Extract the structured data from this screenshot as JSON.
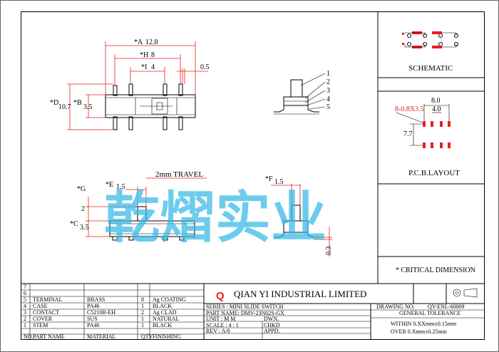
{
  "dims": {
    "a_label": "*A",
    "a_value": "12.8",
    "h_label": "*H",
    "h_value": "8",
    "i_label": "*I",
    "i_value": "4",
    "offset": "0.5",
    "d_label": "*D",
    "d_value": "10.7",
    "b_label": "*B",
    "b_value": "3.5",
    "g_label": "*G",
    "e_label": "*E",
    "e_value": "1.5",
    "travel": "2mm TRAVEL",
    "g_value": "2",
    "c_label": "*C",
    "c_value": "3.5",
    "f_label": "*F",
    "f_value": "1.5",
    "base_h": "0.3"
  },
  "balloons": [
    "1",
    "2",
    "3",
    "4",
    "5"
  ],
  "panels": {
    "schematic_title": "SCHEMATIC",
    "pcb_title": "P.C.B.LAYOUT",
    "pcb_hole": "8-0.8X3.5",
    "pcb_w1": "8.0",
    "pcb_w2": "4.0",
    "pcb_h": "7.7",
    "critical": "* CRITICAL DIMENSION"
  },
  "watermark": "乾熠实业",
  "company": "QIAN YI INDUSTRIAL LIMITED",
  "logo_letter": "Q",
  "bom": {
    "rows": [
      {
        "no": "7",
        "name": "",
        "material": "",
        "qty": "",
        "finishing": ""
      },
      {
        "no": "6",
        "name": "",
        "material": "",
        "qty": "",
        "finishing": ""
      },
      {
        "no": "5",
        "name": "TERMINAL",
        "material": "BRASS",
        "qty": "8",
        "finishing": "Ag COATING"
      },
      {
        "no": "4",
        "name": "CASE",
        "material": "PA46",
        "qty": "1",
        "finishing": "BLACK"
      },
      {
        "no": "3",
        "name": "CONTACT",
        "material": "C5210R-EH",
        "qty": "2",
        "finishing": "Ag CLAD"
      },
      {
        "no": "2",
        "name": "COVER",
        "material": "SUS",
        "qty": "1",
        "finishing": "NATURAL"
      },
      {
        "no": "1",
        "name": "STEM",
        "material": "PA46",
        "qty": "1",
        "finishing": "BLACK"
      }
    ],
    "header": {
      "no": "NO.",
      "name": "PART NAME",
      "material": "MATERIAL",
      "qty": "QTY",
      "finishing": "FINISHING"
    }
  },
  "title_block": {
    "series": "SERIES : MINI SLIDE SWITCH",
    "part_name": "PART NAME: DMV-23N02S-GX",
    "unit": "UNIT : M M",
    "dwn": "DWN.",
    "scale": "SCALE : 4 : 1",
    "chkd": "CHKD",
    "rev": "REV  :  A/0",
    "appd": "APPD.",
    "drawing_no_label": "DRAWING NO:",
    "drawing_no": "QY-ENL-60009",
    "tol_title": "GENERAL TOLERANCE",
    "tol_1": "WITHIN  0.XXmm±0.15mm",
    "tol_2": "OVER  0.Xmm±0.25mm"
  }
}
